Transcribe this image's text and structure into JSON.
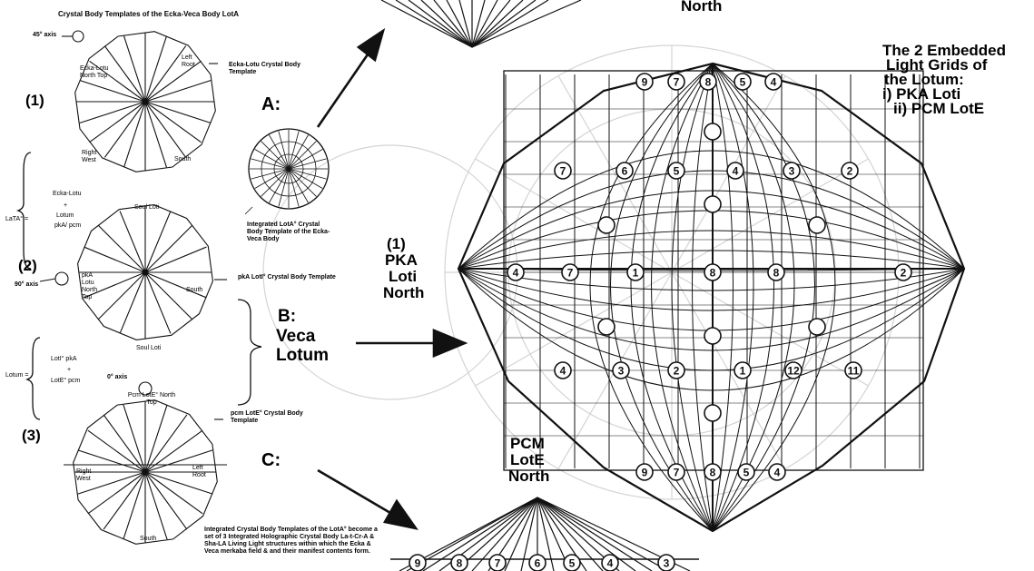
{
  "left_panel": {
    "title": "Crystal Body Templates of the Ecka-Veca Body LotA",
    "axis_45": "45° axis",
    "axis_90": "90° axis",
    "axis_0": "0° axis",
    "label_1": "(1)",
    "label_2": "(2)",
    "label_3": "(3)",
    "t1_inner_top": "Ecka-Lotu North Top",
    "t1_left_root": "Left Root",
    "t1_right_west": "Right West",
    "t1_south": "South",
    "t1_side": "Ecka-Lotu Crystal Body Template",
    "lata_group": "LaTA° =",
    "lata_line1": "Ecka-Lotu",
    "lata_line2": "+",
    "lata_line3": "Lotum",
    "lata_line4": "pkA/ pcm",
    "t2_top": "Soul Loti",
    "t2_left": "pkA Lotu North Top",
    "t2_right": "South",
    "t2_bottom": "Soul Loti",
    "t2_side": "pkA LotI° Crystal Body Template",
    "lotum_group": "Lotum =",
    "lotum_line1": "LotI° pkA",
    "lotum_line2": "+",
    "lotum_line3": "LotE° pcm",
    "t3_top": "Pcm LotE° North Top",
    "t3_right_west": "Right West",
    "t3_left_root": "Left Root",
    "t3_south": "South",
    "t3_side": "pcm LotE° Crystal Body Template"
  },
  "middle": {
    "label_a": "A:",
    "label_a_caption": "Integrated LotA° Crystal Body Template of the Ecka-Veca Body",
    "label_b_line1": "B:",
    "label_b_line2": "Veca",
    "label_b_line3": "Lotum",
    "label_c": "C:",
    "label_c_caption": "Integrated Crystal Body Templates of the LotA° become a set of 3 Integrated Holographic Crystal Body La-t-Cr-A & Sha-LA Living Light structures within which the Ecka & Veca merkaba field & and their manifest contents form.",
    "pka_line1": "(1)",
    "pka_line2": "PKA",
    "pka_line3": "Loti",
    "pka_line4": "North",
    "pcm_line1": "PCM",
    "pcm_line2": "LotE",
    "pcm_line3": "North"
  },
  "right": {
    "top_north": "North",
    "heading_line1": "The 2 Embedded",
    "heading_line2": "Light Grids of",
    "heading_line3": "the Lotum:",
    "heading_line4": "i) PKA Loti",
    "heading_line5": "ii) PCM LotE"
  },
  "grid_nodes": {
    "top_row": [
      "9",
      "7",
      "8",
      "5",
      "4"
    ],
    "row2": [
      "7",
      "6",
      "5",
      "4",
      "3",
      "2"
    ],
    "middle_row": [
      "4",
      "7",
      "1",
      "8",
      "8",
      "2"
    ],
    "row4": [
      "4",
      "3",
      "2",
      "1",
      "12",
      "11"
    ],
    "bottom_row": [
      "9",
      "7",
      "8",
      "5",
      "4"
    ],
    "bottom_partial": [
      "9",
      "8",
      "7",
      "6",
      "5",
      "4",
      "3"
    ]
  },
  "colors": {
    "ink": "#111111",
    "paper": "#ffffff",
    "faint": "#c8c8c8"
  }
}
